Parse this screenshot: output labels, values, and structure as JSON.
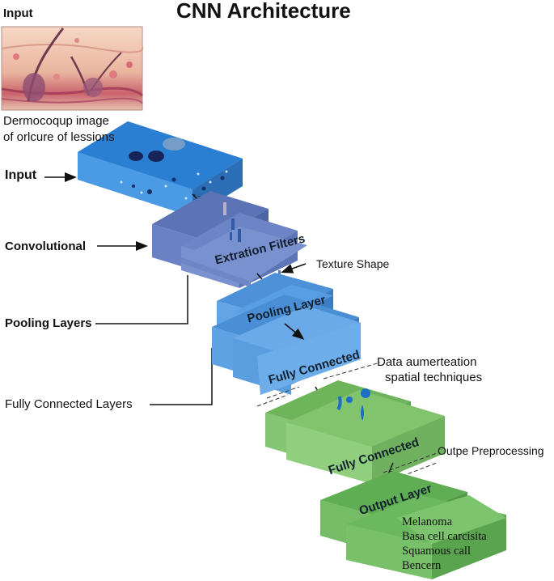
{
  "title": "CNN Architecture",
  "input_image": {
    "label": "Input",
    "caption": [
      "Dermocoqup image",
      "of orlcure of lessions"
    ]
  },
  "side_labels": {
    "input": "Input",
    "convolutional": "Convolutional",
    "pooling": "Pooling Layers",
    "fully_connected": "Fully Connected Layers"
  },
  "blocks": {
    "extraction": "Extration Filters",
    "pooling": "Pooling Layer",
    "fully_connected_blue": "Fully Connected",
    "fully_connected_green": "Fully Connected",
    "output": "Output Layer"
  },
  "annotations": {
    "texture": "Texture Shape",
    "augmentation": [
      "Data aumerteation",
      "spatial techniques"
    ],
    "preprocessing": "Outpe Preprocessing"
  },
  "outputs": [
    "Melanoma",
    "Basa cell carcisita",
    "Squamous call",
    "Bencern"
  ],
  "colors": {
    "input_block": "#3d8ed8",
    "conv_block": "#6f86c6",
    "pool_block": "#5a9ee0",
    "fc_green": "#7cc06a",
    "output_green": "#6cbb62"
  }
}
